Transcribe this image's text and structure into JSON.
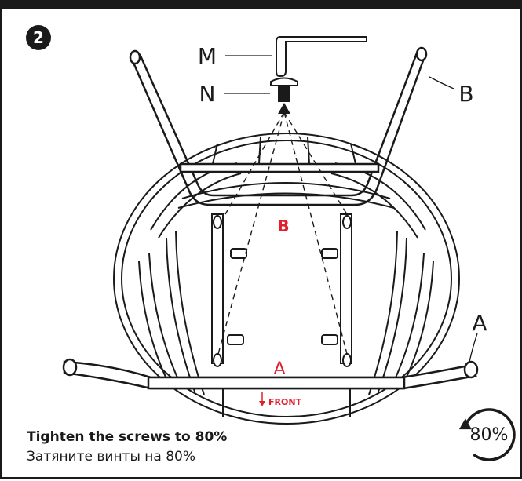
{
  "step": {
    "number": "2"
  },
  "parts": {
    "m": "M",
    "n": "N",
    "b": "B",
    "a": "A"
  },
  "marks": {
    "seat_b": "B",
    "seat_a": "A",
    "front": "FRONT"
  },
  "instruction": {
    "en": "Tighten the screws to 80%",
    "ru": "Затяните винты на 80%"
  },
  "torque": {
    "value": "80%",
    "level": 0.8
  },
  "colors": {
    "ink": "#1a1a1a",
    "accent": "#e0202a"
  }
}
